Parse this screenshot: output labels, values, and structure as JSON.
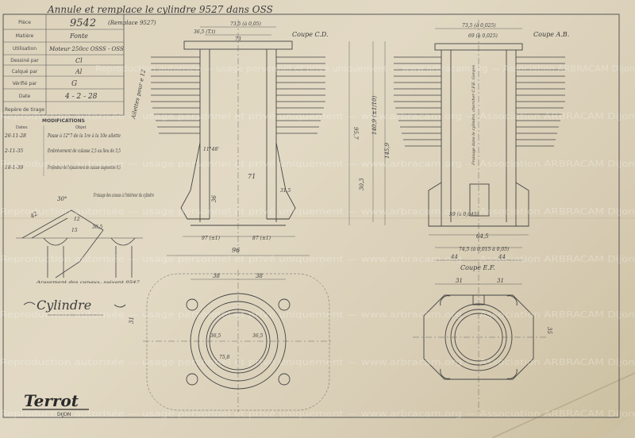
{
  "header": {
    "annotation": "Annule et remplace le cylindre 9527 dans OSS",
    "ref_note": "(Remplace 9527)"
  },
  "title_block": {
    "rows": [
      {
        "label": "Pièce",
        "value": "9542"
      },
      {
        "label": "Matière",
        "value": "Fonte"
      },
      {
        "label": "Utilisation",
        "value": "Moteur 250cc OSSS - OSS"
      },
      {
        "label": "Dessiné par",
        "value": "Cl"
      },
      {
        "label": "Calqué par",
        "value": "Al"
      },
      {
        "label": "Vérifié par",
        "value": "G"
      },
      {
        "label": "Date",
        "value": "4 - 2 - 28"
      },
      {
        "label": "Repère de tirage",
        "value": ""
      }
    ],
    "modifications_title": "MODIFICATIONS",
    "modifications_cols": [
      "Dates",
      "Objet"
    ],
    "modifications": [
      {
        "date": "26-11-28",
        "text": "Passe à 12°7 de la 1re à la 10e ailette"
      },
      {
        "date": "2-11-35",
        "text": "Embrèvement de culasse 2,5 au lieu de 3,5"
      },
      {
        "date": "18-1-39",
        "text": "Profondeur de l'épaulement de culasse augmentée 0,5"
      }
    ]
  },
  "views": {
    "coupe_cd": "Coupe C.D.",
    "coupe_ab": "Coupe A.B.",
    "coupe_ef": "Coupe E.F.",
    "ailettes_note": "Ailettes pour e 12",
    "fraisage_note": "Fraisage des canaux à l'intérieur du cylindre",
    "arasement_note": "Arasement des canaux, suivant 9547",
    "fraisage_g": "Fraisage dans le cylindre, chercher C.F.E. Gorges"
  },
  "dimensions": {
    "d1": "73,5 (à 0,05)",
    "d2": "36,5 (T.t)",
    "d3": "73",
    "d4": "73,5 (à 0,025)",
    "d5": "69 (à 0,025)",
    "d6": "95,7",
    "d7": "140,9 (±1/10)",
    "d8": "145,9",
    "d9": "30,3",
    "d10": "36",
    "d11": "71",
    "d12": "96",
    "d13": "97 (±1)",
    "d14": "87 (±1)",
    "d15": "64,5",
    "d16": "74,5 (à 0,015 à 0,05)",
    "d17": "44",
    "d18": "38",
    "d19": "31",
    "d20": "35",
    "d21": "36,5",
    "d22": "30°",
    "d23": "12",
    "d24": "15",
    "d25": "42",
    "d26": "11°48'",
    "d27": "31,5",
    "d28": "59 (à 0,045)",
    "d29": "75,8"
  },
  "drawing_title": "Cylindre",
  "logo": {
    "brand": "Terrot",
    "city": "DIJON"
  },
  "watermark": "Reproduction autorisée — usage personnel et privé uniquement — www.arbracam.org — Association ARBRACAM Dijon"
}
